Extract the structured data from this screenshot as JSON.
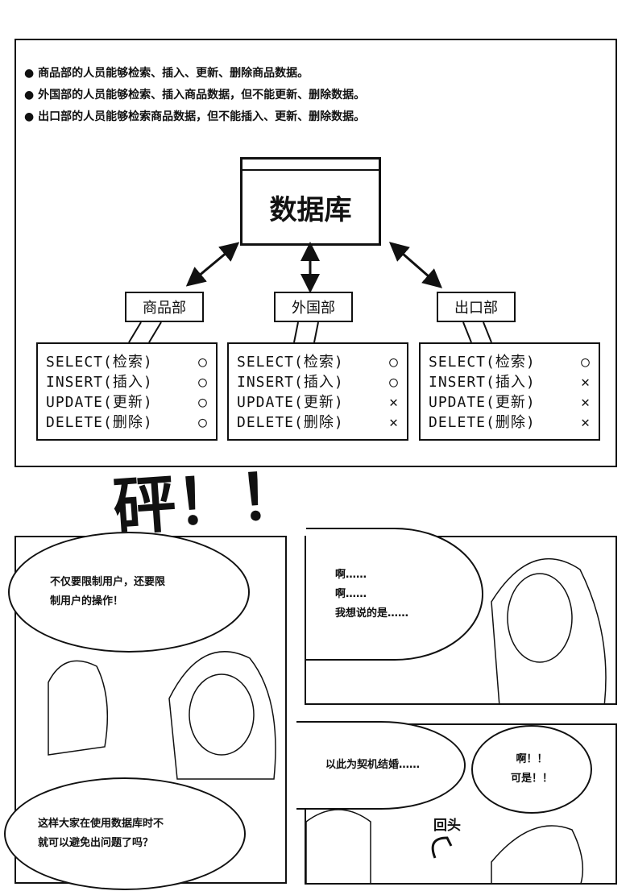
{
  "bullets": [
    "商品部的人员能够检索、插入、更新、删除商品数据。",
    "外国部的人员能够检索、插入商品数据，但不能更新、删除数据。",
    "出口部的人员能够检索商品数据，但不能插入、更新、删除数据。"
  ],
  "database": "数据库",
  "departments": [
    {
      "name": "商品部",
      "perms": [
        [
          "SELECT(检索)",
          "○"
        ],
        [
          "INSERT(插入)",
          "○"
        ],
        [
          "UPDATE(更新)",
          "○"
        ],
        [
          "DELETE(删除)",
          "○"
        ]
      ]
    },
    {
      "name": "外国部",
      "perms": [
        [
          "SELECT(检索)",
          "○"
        ],
        [
          "INSERT(插入)",
          "○"
        ],
        [
          "UPDATE(更新)",
          "✕"
        ],
        [
          "DELETE(删除)",
          "✕"
        ]
      ]
    },
    {
      "name": "出口部",
      "perms": [
        [
          "SELECT(检索)",
          "○"
        ],
        [
          "INSERT(插入)",
          "✕"
        ],
        [
          "UPDATE(更新)",
          "✕"
        ],
        [
          "DELETE(删除)",
          "✕"
        ]
      ]
    }
  ],
  "sfx": "砰！！",
  "panel2": {
    "bubble1": [
      "不仅要限制用户，还要限",
      "制用户的操作！"
    ],
    "bubble2": [
      "这样大家在使用数据库时不",
      "就可以避免出问题了吗？"
    ]
  },
  "panel3": {
    "bubble": [
      "啊……",
      "啊……",
      "我想说的是……"
    ]
  },
  "panel4": {
    "bubble1": "以此为契机结婚……",
    "bubble2": [
      "啊！！",
      "可是！！"
    ],
    "sfx": "回头"
  }
}
